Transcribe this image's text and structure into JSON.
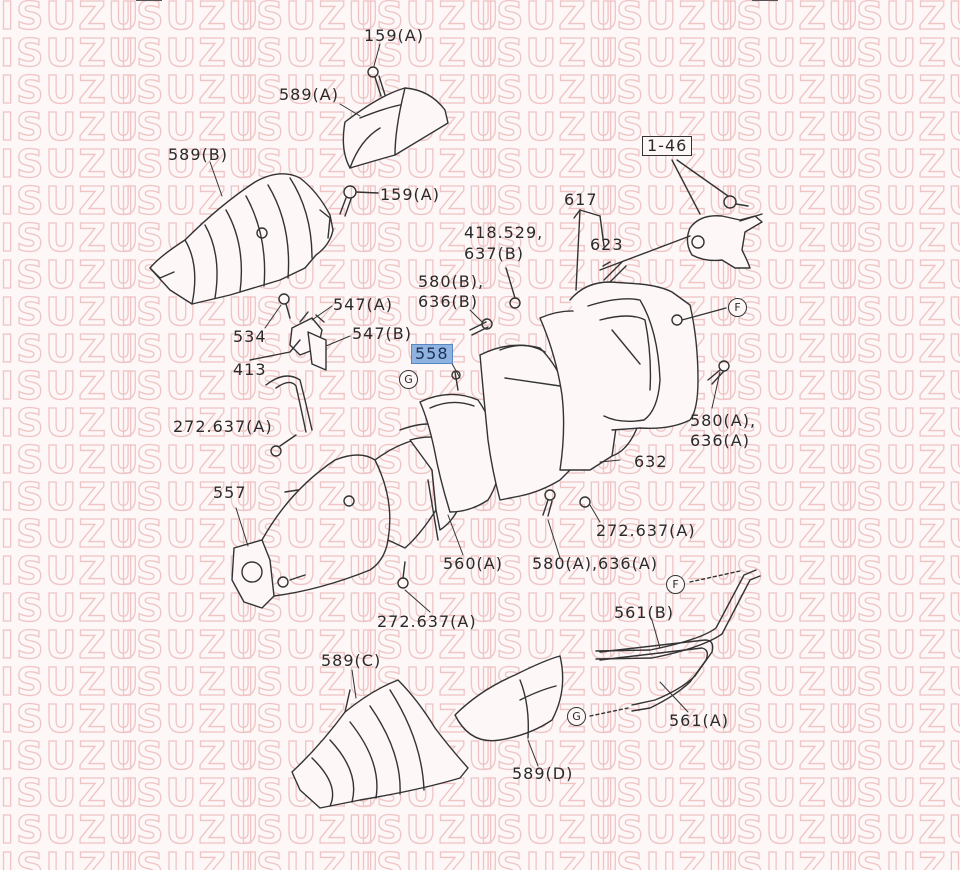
{
  "watermark": "ISUZU",
  "labels": {
    "l159a_top": "159(A)",
    "l589a": "589(A)",
    "l589b": "589(B)",
    "l159a_mid": "159(A)",
    "l14": "1-46",
    "l617": "617",
    "l418": "418.529,",
    "l637b": "637(B)",
    "l623": "623",
    "l580b": "580(B),",
    "l636b": "636(B)",
    "l547a": "547(A)",
    "l534": "534",
    "l547b": "547(B)",
    "l558": "558",
    "l413": "413",
    "l272a": "272.637(A)",
    "l580a_r": "580(A),",
    "l636a_r": "636(A)",
    "l632": "632",
    "l557": "557",
    "l272b": "272.637(A)",
    "l560a": "560(A)",
    "l580a_b": "580(A),636(A)",
    "l272c": "272.637(A)",
    "l561b": "561(B)",
    "l589c": "589(C)",
    "l561a": "561(A)",
    "l589d": "589(D)"
  },
  "markers": {
    "F_top": "F",
    "G_mid": "G",
    "F_bot": "F",
    "G_bot": "G"
  },
  "colors": {
    "highlight": "#8fb3e0",
    "watermark": "#efc4c4",
    "line": "#333333"
  }
}
